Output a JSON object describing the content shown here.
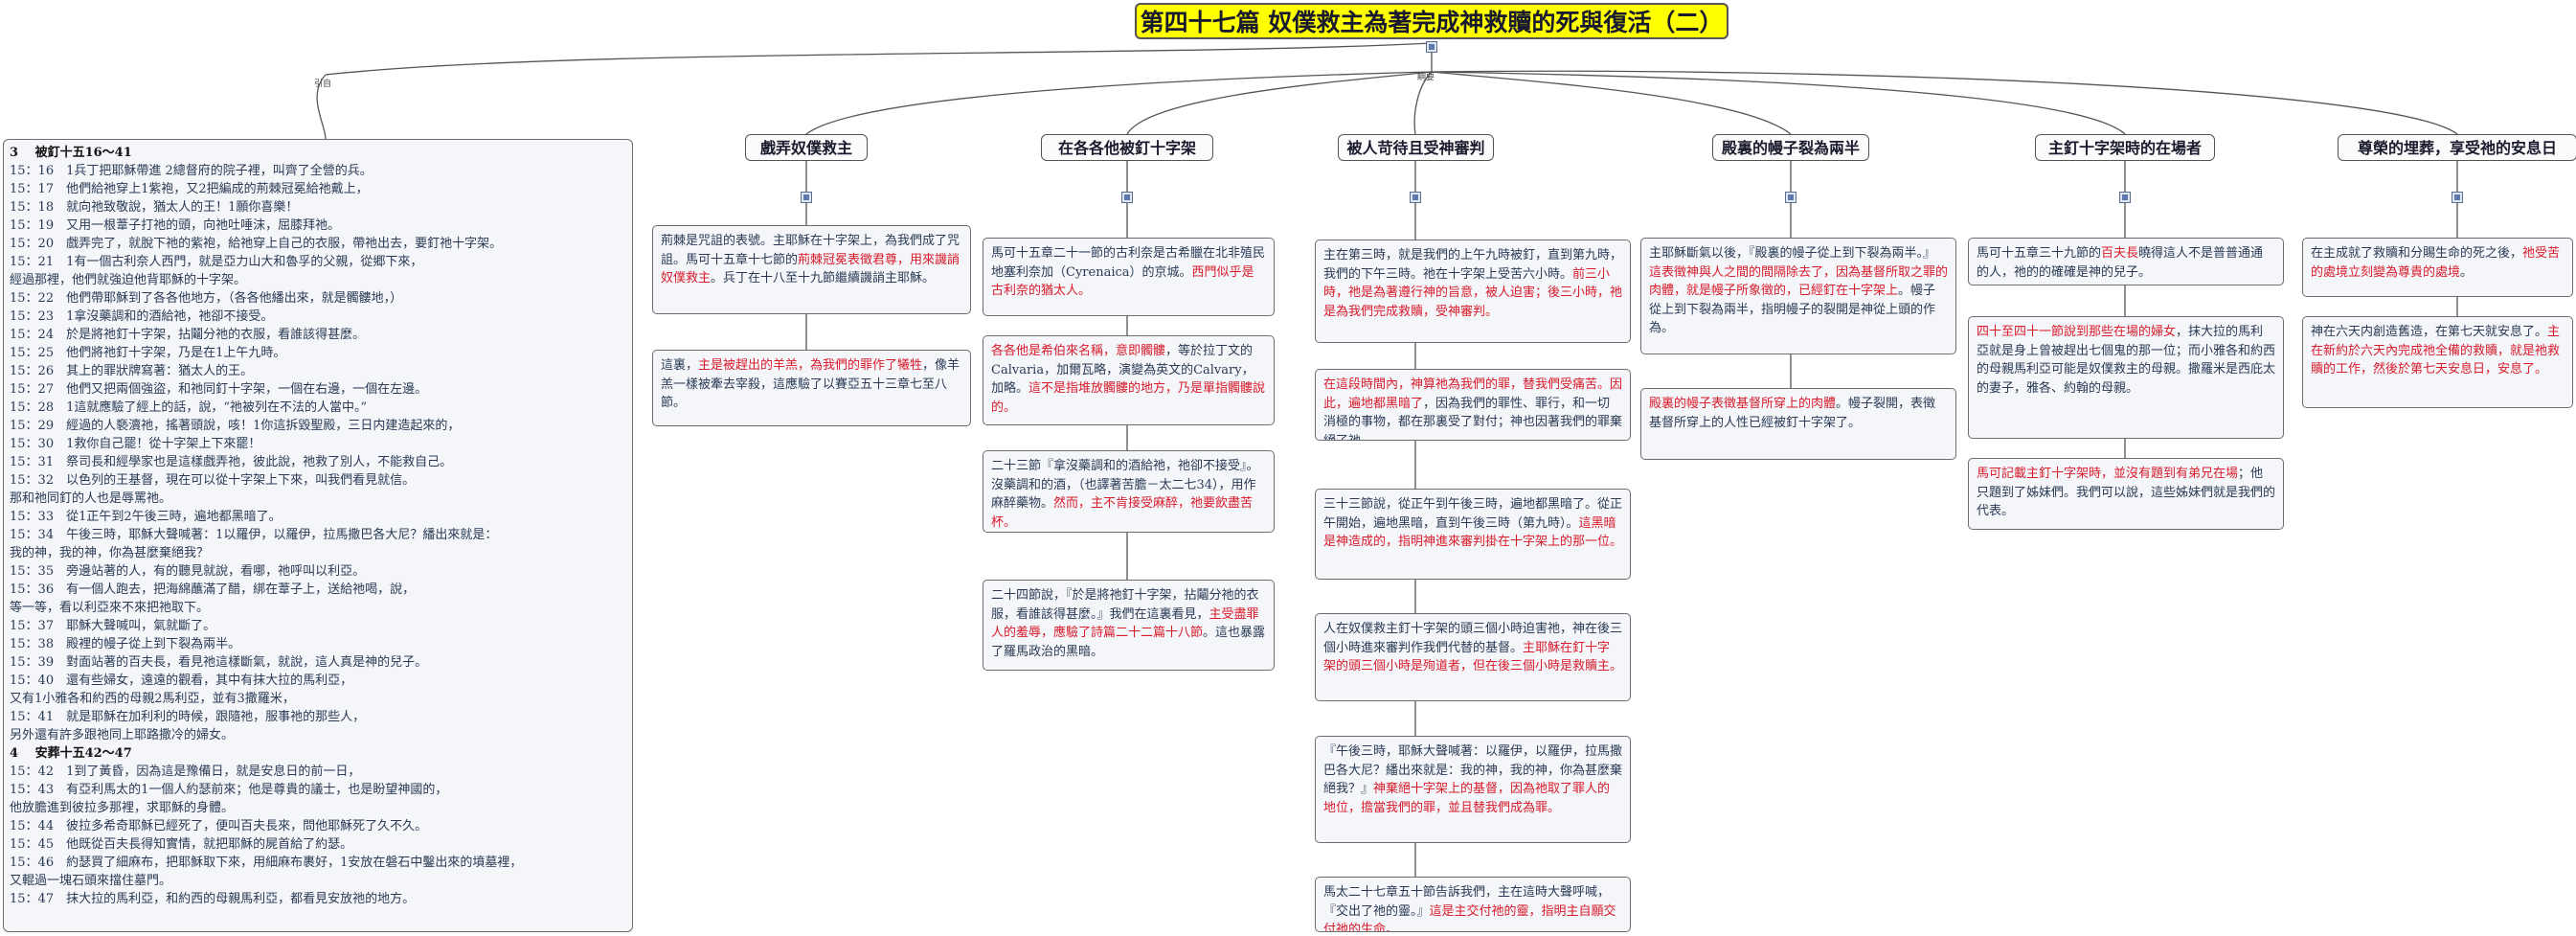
{
  "title": "第四十七篇 奴僕救主為著完成神救贖的死與復活（二）",
  "labels": {
    "intro": "引自",
    "outline": "綱要"
  },
  "verses": {
    "lines": [
      {
        "text": "3　 被釘十五16～41",
        "header": true
      },
      {
        "text": "15：16　1兵丁把耶穌帶進 2總督府的院子裡，叫齊了全營的兵。"
      },
      {
        "text": "15：17　他們給祂穿上1紫袍，又2把編成的荊棘冠冕給祂戴上，"
      },
      {
        "text": "15：18　就向祂致敬說，猶太人的王！1願你喜樂！"
      },
      {
        "text": "15：19　又用一根葦子打祂的頭，向祂吐唾沫，屈膝拜祂。"
      },
      {
        "text": "15：20　戲弄完了，就脫下祂的紫袍，給祂穿上自己的衣服，帶祂出去，要釘祂十字架。"
      },
      {
        "text": "15：21　1有一個古利奈人西門，就是亞力山大和魯孚的父親，從郷下來，"
      },
      {
        "text": "經過那裡，他們就強迫他背耶穌的十字架。"
      },
      {
        "text": "15：22　他們帶耶穌到了各各他地方，（各各他繙出來，就是髑髏地，）"
      },
      {
        "text": "15：23　1拿沒藥調和的酒給祂，祂卻不接受。"
      },
      {
        "text": "15：24　於是將祂釘十字架，拈鬮分祂的衣服，看誰該得甚麼。"
      },
      {
        "text": "15：25　他們將祂釘十字架，乃是在1上午九時。"
      },
      {
        "text": "15：26　其上的罪狀牌寫著：猶太人的王。"
      },
      {
        "text": "15：27　他們又把兩個強盜，和祂同釘十字架，一個在右邊，一個在左邊。"
      },
      {
        "text": "15：28　1這就應驗了經上的話，說，“祂被列在不法的人當中。”"
      },
      {
        "text": "15：29　經過的人褻瀆祂，搖著頭說，咳！1你這拆毀聖殿，三日内建造起來的，"
      },
      {
        "text": "15：30　1救你自己罷！從十字架上下來罷！"
      },
      {
        "text": "15：31　祭司長和經學家也是這樣戲弄祂，彼此說，祂救了別人，不能救自己。"
      },
      {
        "text": "15：32　以色列的王基督，現在可以從十字架上下來，叫我們看見就信。"
      },
      {
        "text": "那和祂同釘的人也是辱罵祂。"
      },
      {
        "text": "15：33　從1正午到2午後三時，遍地都黑暗了。"
      },
      {
        "text": "15：34　午後三時，耶穌大聲喊著：1以羅伊，以羅伊，拉馬撒巴各大尼？繙出來就是："
      },
      {
        "text": "我的神，我的神，你為甚麼棄絕我？"
      },
      {
        "text": "15：35　旁邊站著的人，有的聽見就說，看哪，祂呼叫以利亞。"
      },
      {
        "text": "15：36　有一個人跑去，把海綿蘸滿了醋，綁在葦子上，送給祂喝，說，"
      },
      {
        "text": "等一等，看以利亞來不來把祂取下。"
      },
      {
        "text": "15：37　耶穌大聲喊叫，氣就斷了。"
      },
      {
        "text": "15：38　殿裡的幔子從上到下裂為兩半。"
      },
      {
        "text": "15：39　對面站著的百夫長，看見祂這樣斷氣，就說，這人真是神的兒子。"
      },
      {
        "text": "15：40　還有些婦女，遠遠的觀看，其中有抹大拉的馬利亞，"
      },
      {
        "text": "又有1小雅各和約西的母親2馬利亞，並有3撒羅米，"
      },
      {
        "text": "15：41　就是耶穌在加利利的時候，跟隨祂，服事祂的那些人，"
      },
      {
        "text": "另外還有許多跟祂同上耶路撒冷的婦女。"
      },
      {
        "text": "4　 安葬十五42～47",
        "header": true
      },
      {
        "text": "15：42　1到了黃昏，因為這是豫備日，就是安息日的前一日，"
      },
      {
        "text": "15：43　有亞利馬太的1一個人約瑟前來；他是尊貴的議士，也是盼望神國的，"
      },
      {
        "text": "他放膽進到彼拉多那裡，求耶穌的身體。"
      },
      {
        "text": "15：44　彼拉多希奇耶穌已經死了，便叫百夫長來，問他耶穌死了久不久。"
      },
      {
        "text": "15：45　他既從百夫長得知實情，就把耶穌的屍首給了約瑟。"
      },
      {
        "text": "15：46　約瑟買了細麻布，把耶穌取下來，用細麻布裹好，1安放在磐石中鑿出來的墳墓裡，"
      },
      {
        "text": "又輥過一塊石頭來擋住墓門。"
      },
      {
        "text": "15：47　抹大拉的馬利亞，和約西的母親馬利亞，都看見安放祂的地方。"
      }
    ]
  },
  "topics": [
    {
      "label": "戲弄奴僕救主"
    },
    {
      "label": "在各各他被釘十字架"
    },
    {
      "label": "被人苛待且受神審判"
    },
    {
      "label": "殿裏的幔子裂為兩半"
    },
    {
      "label": "主釘十字架時的在場者"
    },
    {
      "label": "尊榮的埋葬，享受祂的安息日"
    }
  ],
  "boxes": {
    "t1b1": [
      {
        "t": "荊棘是咒詛的表號。主耶穌在十字架上，為我們成了咒詛。馬可十五章十七節的"
      },
      {
        "t": "荊棘冠冕表徵君尊，用來譏誚奴僕救主",
        "red": true
      },
      {
        "t": "。兵丁在十八至十九節繼續譏誚主耶穌。"
      }
    ],
    "t1b2": [
      {
        "t": "這裏，"
      },
      {
        "t": "主是被趕出的羊羔，為我們的罪作了犧牲",
        "red": true
      },
      {
        "t": "，像羊羔一樣被牽去宰殺，這應驗了以賽亞五十三章七至八節。"
      }
    ],
    "t2b1": [
      {
        "t": "馬可十五章二十一節的古利奈是古希臘在北非殖民地塞利奈加（Cyrenaica）的京城。"
      },
      {
        "t": "西門似乎是古利奈的猶太人。",
        "red": true
      }
    ],
    "t2b2": [
      {
        "t": "各各他是希伯來名稱，意即髑髏",
        "red": true
      },
      {
        "t": "，等於拉丁文的Calvaria，加爾瓦略，演變為英文的Calvary，加略。"
      },
      {
        "t": "這不是指堆放髑髏的地方，乃是單指髑髏說的。",
        "red": true
      }
    ],
    "t2b3": [
      {
        "t": "二十三節『拿沒藥調和的酒給祂，祂卻不接受』。沒藥調和的酒，（也譯著苦膽－太二七34），用作麻醉藥物。"
      },
      {
        "t": "然而，主不肯接受麻醉，祂要飲盡苦杯。",
        "red": true
      }
    ],
    "t2b4": [
      {
        "t": "二十四節說，『於是將祂釘十字架，拈鬮分祂的衣服，看誰該得甚麼。』我們在這裏看見，"
      },
      {
        "t": "主受盡罪人的羞辱，應驗了詩篇二十二篇十八節",
        "red": true
      },
      {
        "t": "。這也暴露了羅馬政治的黑暗。"
      }
    ],
    "t3b1": [
      {
        "t": "主在第三時，就是我們的上午九時被釘，直到第九時，我們的下午三時。祂在十字架上受苦六小時。"
      },
      {
        "t": "前三小時，祂是為著遵行神的旨意，被人迫害；後三小時，祂是為我們完成救贖，受神審判。",
        "red": true
      }
    ],
    "t3b2": [
      {
        "t": "在這段時間內，神算祂為我們的罪，替我們受痛苦。因此，遍地都黑暗了",
        "red": true
      },
      {
        "t": "，因為我們的罪性、罪行，和一切消極的事物，都在那裏受了對付；神也因著我們的罪棄絕了祂。"
      }
    ],
    "t3b3": [
      {
        "t": "三十三節說，從正午到午後三時，遍地都黑暗了。從正午開始，遍地黑暗，直到午後三時（第九時）。"
      },
      {
        "t": "這黑暗是神造成的，指明神進來審判掛在十字架上的那一位。",
        "red": true
      }
    ],
    "t3b4": [
      {
        "t": "人在奴僕救主釘十字架的頭三個小時迫害祂，神在後三個小時進來審判作我們代替的基督。"
      },
      {
        "t": "主耶穌在釘十字架的頭三個小時是殉道者，但在後三個小時是救贖主。",
        "red": true
      }
    ],
    "t3b5": [
      {
        "t": "『午後三時，耶穌大聲喊著：以羅伊，以羅伊，拉馬撒巴各大尼？繙出來就是：我的神，我的神，你為甚麼棄絕我？』"
      },
      {
        "t": "神棄絕十字架上的基督，因為祂取了罪人的地位，擔當我們的罪，並且替我們成為罪。",
        "red": true
      }
    ],
    "t3b6": [
      {
        "t": "馬太二十七章五十節告訴我們，主在這時大聲呼喊，『交出了祂的靈。』"
      },
      {
        "t": "這是主交付祂的靈，指明主自願交付祂的生命。",
        "red": true
      }
    ],
    "t4b1": [
      {
        "t": "主耶穌斷氣以後，『殿裏的幔子從上到下裂為兩半。』"
      },
      {
        "t": "這表徵神與人之間的間隔除去了，因為基督所取之罪的肉體，就是幔子所象徵的，已經釘在十字架上",
        "red": true
      },
      {
        "t": "。幔子從上到下裂為兩半，指明幔子的裂開是神從上頭的作為。"
      }
    ],
    "t4b2": [
      {
        "t": "殿裏的幔子表徵基督所穿上的肉體",
        "red": true
      },
      {
        "t": "。幔子裂開，表徵基督所穿上的人性已經被釘十字架了。"
      }
    ],
    "t5b1": [
      {
        "t": "馬可十五章三十九節的"
      },
      {
        "t": "百夫長",
        "red": true
      },
      {
        "t": "曉得這人不是普普通通的人，祂的的確確是神的兒子。"
      }
    ],
    "t5b2": [
      {
        "t": "四十至四十一節說到那些在場的婦女",
        "red": true
      },
      {
        "t": "，抹大拉的馬利亞就是身上曾被趕出七個鬼的那一位；而小雅各和約西的母親馬利亞可能是奴僕救主的母親。撒羅米是西庇太的妻子，雅各、約翰的母親。"
      }
    ],
    "t5b3": [
      {
        "t": "馬可記載主釘十字架時，並沒有題到有弟兄在場",
        "red": true
      },
      {
        "t": "；他只題到了姊妹們。我們可以說，這些姊妹們就是我們的代表。"
      }
    ],
    "t6b1": [
      {
        "t": "在主成就了救贖和分賜生命的死之後，"
      },
      {
        "t": "祂受苦的處境立刻變為尊貴的處境",
        "red": true
      },
      {
        "t": "。"
      }
    ],
    "t6b2": [
      {
        "t": "神在六天内創造舊造，在第七天就安息了。"
      },
      {
        "t": "主在新約於六天內完成祂全備的救贖，就是祂救贖的工作，然後於第七天安息日，安息了。",
        "red": true
      }
    ]
  },
  "colors": {
    "title_bg": "#ffff00",
    "box_bg": "#f4f6f9",
    "highlight_red": "#d81b2b",
    "line": "#555555"
  }
}
